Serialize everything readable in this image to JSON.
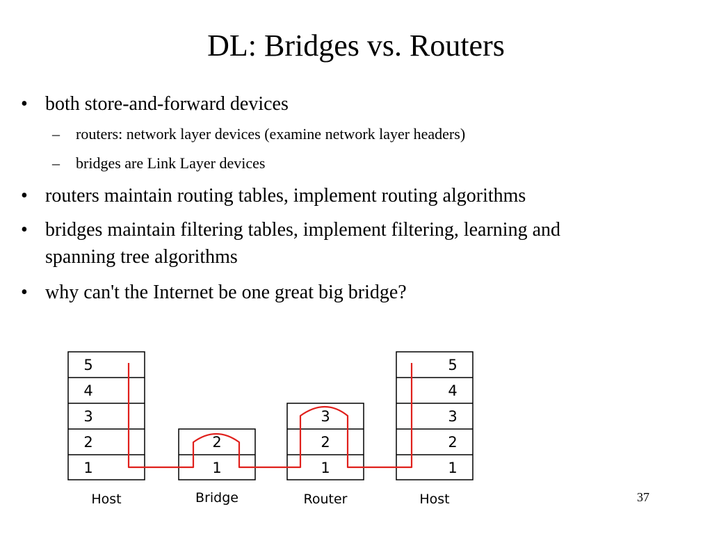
{
  "slide": {
    "title": "DL: Bridges vs. Routers",
    "page_number": "37"
  },
  "bullets": [
    {
      "text": "both store-and-forward devices",
      "sub": [
        "routers: network layer devices (examine network layer headers)",
        "bridges are Link Layer devices"
      ]
    },
    {
      "text": "routers maintain routing tables, implement routing algorithms"
    },
    {
      "text": "bridges maintain filtering tables, implement filtering, learning and",
      "continuation": "spanning tree algorithms"
    },
    {
      "text": "why can't the Internet be one great big bridge?"
    }
  ],
  "diagram": {
    "path_color": "#e0201c",
    "box_color": "#000000",
    "stacks": [
      {
        "caption": "Host",
        "layers": [
          "5",
          "4",
          "3",
          "2",
          "1"
        ]
      },
      {
        "caption": "Bridge",
        "layers": [
          "2",
          "1"
        ]
      },
      {
        "caption": "Router",
        "layers": [
          "3",
          "2",
          "1"
        ]
      },
      {
        "caption": "Host",
        "layers": [
          "5",
          "4",
          "3",
          "2",
          "1"
        ]
      }
    ]
  }
}
